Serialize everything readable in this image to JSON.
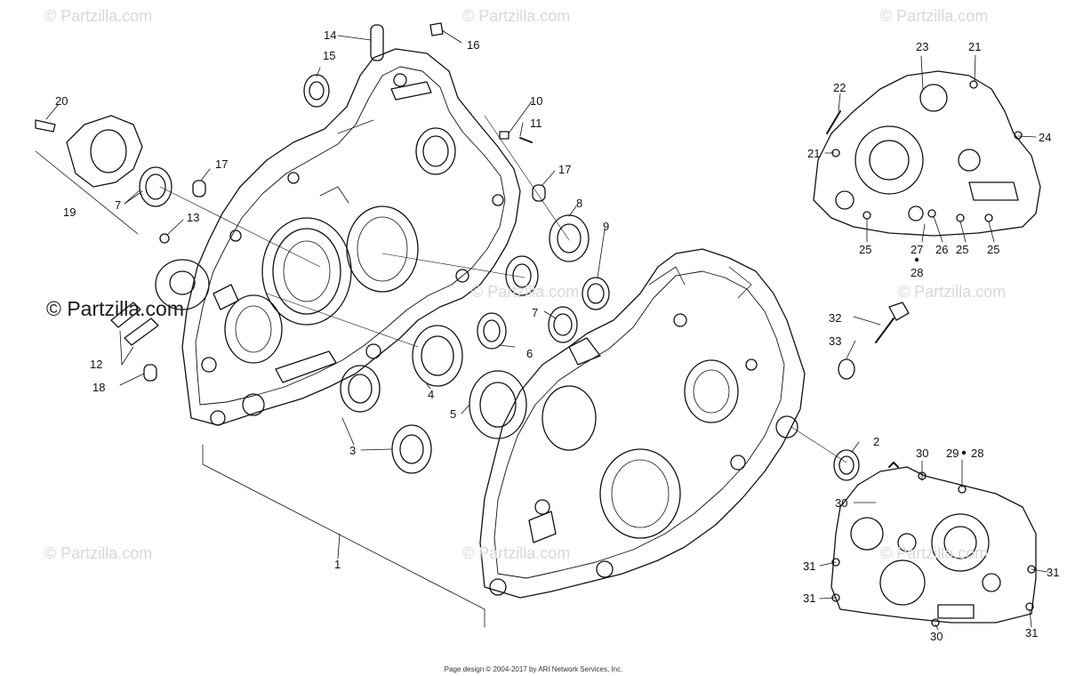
{
  "watermark": {
    "text": "© Partzilla.com",
    "dark_text": "© Partzilla.com"
  },
  "footer": "Page design © 2004-2017 by ARI Network Services, Inc.",
  "callouts": [
    {
      "id": "c1",
      "text": "1"
    },
    {
      "id": "c2",
      "text": "2"
    },
    {
      "id": "c3",
      "text": "3"
    },
    {
      "id": "c4",
      "text": "4"
    },
    {
      "id": "c5",
      "text": "5"
    },
    {
      "id": "c6",
      "text": "6"
    },
    {
      "id": "c7a",
      "text": "7"
    },
    {
      "id": "c7b",
      "text": "7"
    },
    {
      "id": "c8",
      "text": "8"
    },
    {
      "id": "c9",
      "text": "9"
    },
    {
      "id": "c10",
      "text": "10"
    },
    {
      "id": "c11",
      "text": "11"
    },
    {
      "id": "c12",
      "text": "12"
    },
    {
      "id": "c13",
      "text": "13"
    },
    {
      "id": "c14",
      "text": "14"
    },
    {
      "id": "c15",
      "text": "15"
    },
    {
      "id": "c16",
      "text": "16"
    },
    {
      "id": "c17a",
      "text": "17"
    },
    {
      "id": "c17b",
      "text": "17"
    },
    {
      "id": "c18",
      "text": "18"
    },
    {
      "id": "c19",
      "text": "19"
    },
    {
      "id": "c20",
      "text": "20"
    },
    {
      "id": "c21a",
      "text": "21"
    },
    {
      "id": "c21b",
      "text": "21"
    },
    {
      "id": "c22",
      "text": "22"
    },
    {
      "id": "c23",
      "text": "23"
    },
    {
      "id": "c24",
      "text": "24"
    },
    {
      "id": "c25a",
      "text": "25"
    },
    {
      "id": "c25b",
      "text": "25"
    },
    {
      "id": "c25c",
      "text": "25"
    },
    {
      "id": "c26",
      "text": "26"
    },
    {
      "id": "c27",
      "text": "27"
    },
    {
      "id": "c28a",
      "text": "28"
    },
    {
      "id": "c28b",
      "text": "28"
    },
    {
      "id": "c29",
      "text": "29"
    },
    {
      "id": "c30a",
      "text": "30"
    },
    {
      "id": "c30b",
      "text": "30"
    },
    {
      "id": "c30c",
      "text": "30"
    },
    {
      "id": "c31a",
      "text": "31"
    },
    {
      "id": "c31b",
      "text": "31"
    },
    {
      "id": "c31c",
      "text": "31"
    },
    {
      "id": "c31d",
      "text": "31"
    },
    {
      "id": "c32",
      "text": "32"
    },
    {
      "id": "c33",
      "text": "33"
    }
  ]
}
